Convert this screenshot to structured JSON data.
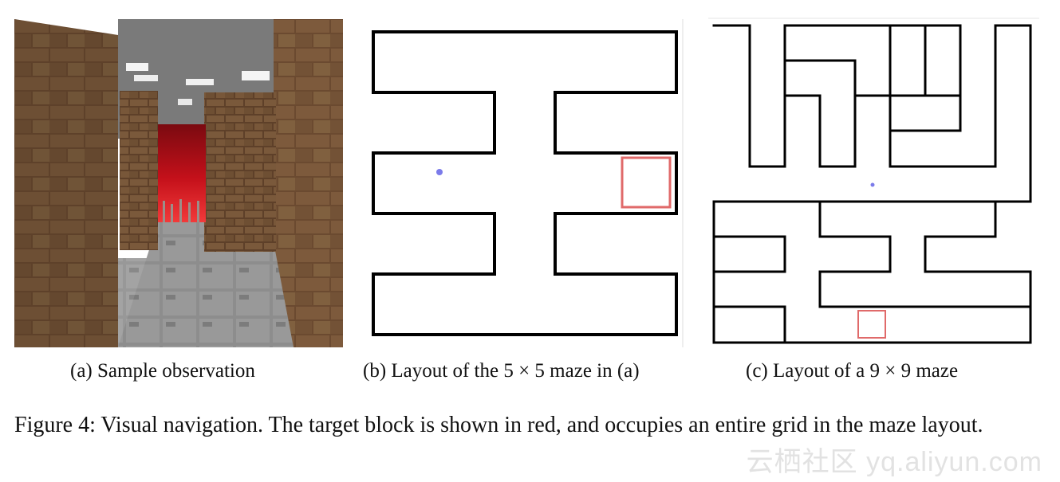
{
  "panels": {
    "a": {
      "caption": "(a) Sample observation"
    },
    "b": {
      "caption": "(b) Layout of the 5 × 5 maze in (a)"
    },
    "c": {
      "caption": "(c) Layout of a 9 × 9 maze"
    }
  },
  "figure_caption": "Figure 4: Visual navigation.  The target block is shown in red, and occupies an entire grid in the maze layout.",
  "watermark": "云栖社区 yq.aliyun.com",
  "colors": {
    "target": "#e06a6a",
    "agent": "#7b7bea",
    "wall_brown": "#6b4a30",
    "floor_gray": "#8a8a8a",
    "goal_red": "#c0101a"
  }
}
